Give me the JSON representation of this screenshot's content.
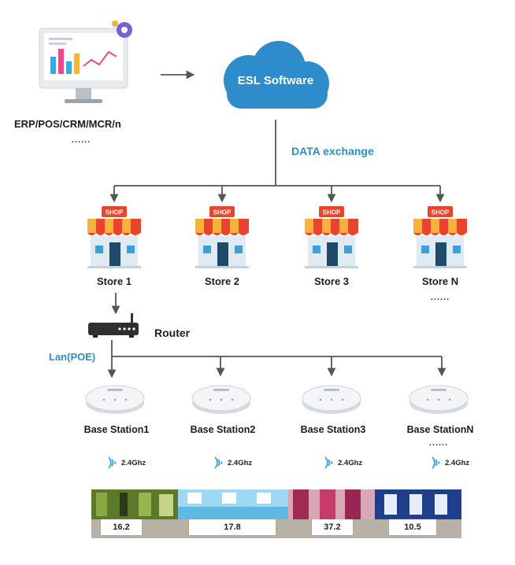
{
  "source": {
    "label": "ERP/POS/CRM/MCR/n",
    "more": "......"
  },
  "cloud": {
    "label": "ESL Software",
    "color": "#2e8ccb"
  },
  "exchange_label": "DATA exchange",
  "stores": [
    {
      "name": "Store 1",
      "sign": "SHOP"
    },
    {
      "name": "Store 2",
      "sign": "SHOP"
    },
    {
      "name": "Store 3",
      "sign": "SHOP"
    },
    {
      "name": "Store N",
      "sign": "SHOP",
      "more": "......"
    }
  ],
  "router": {
    "label": "Router"
  },
  "lan_label": "Lan(POE)",
  "base_stations": [
    {
      "name": "Base Station1",
      "band": "2.4Ghz"
    },
    {
      "name": "Base Station2",
      "band": "2.4Ghz"
    },
    {
      "name": "Base Station3",
      "band": "2.4Ghz"
    },
    {
      "name": "Base StationN",
      "band": "2.4Ghz",
      "more": "......"
    }
  ],
  "shelf": {
    "prices": [
      "16.2",
      "17.8",
      "37.2",
      "10.5"
    ]
  },
  "colors": {
    "accent_text": "#2a8fc7",
    "line": "#555555",
    "awning_red": "#e8452c",
    "awning_yellow": "#f6b23a",
    "door": "#1f4b6b"
  }
}
